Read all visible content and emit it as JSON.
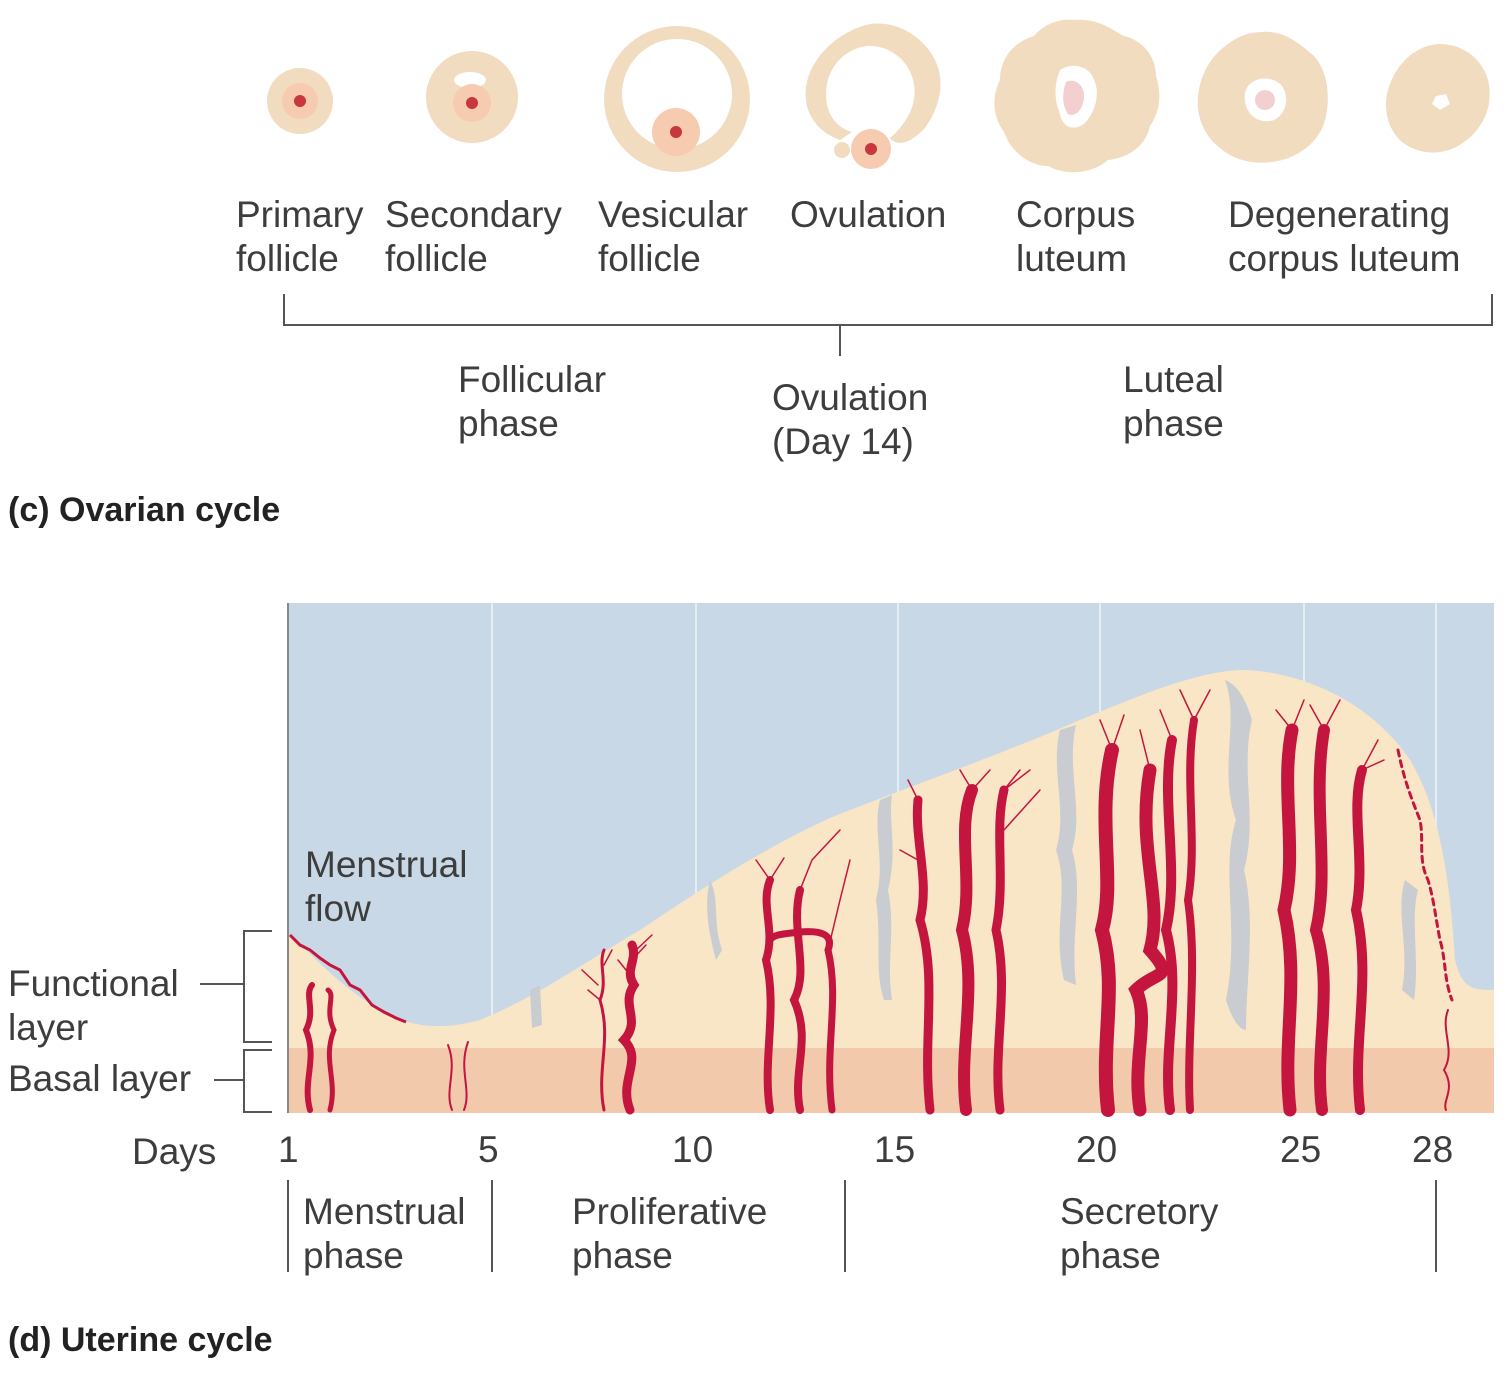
{
  "ovarian": {
    "stages": [
      {
        "line1": "Primary",
        "line2": "follicle"
      },
      {
        "line1": "Secondary",
        "line2": "follicle"
      },
      {
        "line1": "Vesicular",
        "line2": "follicle"
      },
      {
        "line1": "Ovulation",
        "line2": ""
      },
      {
        "line1": "Corpus",
        "line2": "luteum"
      },
      {
        "line1": "Degenerating",
        "line2": "corpus luteum"
      }
    ],
    "phases": {
      "follicular": {
        "line1": "Follicular",
        "line2": "phase"
      },
      "ovulation": {
        "line1": "Ovulation",
        "line2": "(Day 14)"
      },
      "luteal": {
        "line1": "Luteal",
        "line2": "phase"
      }
    },
    "caption_letter": "(c)",
    "caption_title": "Ovarian cycle"
  },
  "uterine": {
    "menstrual_flow": {
      "line1": "Menstrual",
      "line2": "flow"
    },
    "layers": {
      "functional": {
        "line1": "Functional",
        "line2": "layer"
      },
      "basal": "Basal layer"
    },
    "days_label": "Days",
    "day_ticks": [
      "1",
      "5",
      "10",
      "15",
      "20",
      "25",
      "28"
    ],
    "phases": [
      {
        "line1": "Menstrual",
        "line2": "phase"
      },
      {
        "line1": "Proliferative",
        "line2": "phase"
      },
      {
        "line1": "Secretory",
        "line2": "phase"
      }
    ],
    "caption_letter": "(d)",
    "caption_title": "Uterine cycle"
  },
  "colors": {
    "follicle": "#f2dcc0",
    "oocyte": "#c8373c",
    "lumen": "#c9d8e6",
    "functional_layer": "#f8e6c6",
    "basal_layer": "#f2c9ab",
    "artery": "#c4153f",
    "gland": "#c9ccd0"
  }
}
